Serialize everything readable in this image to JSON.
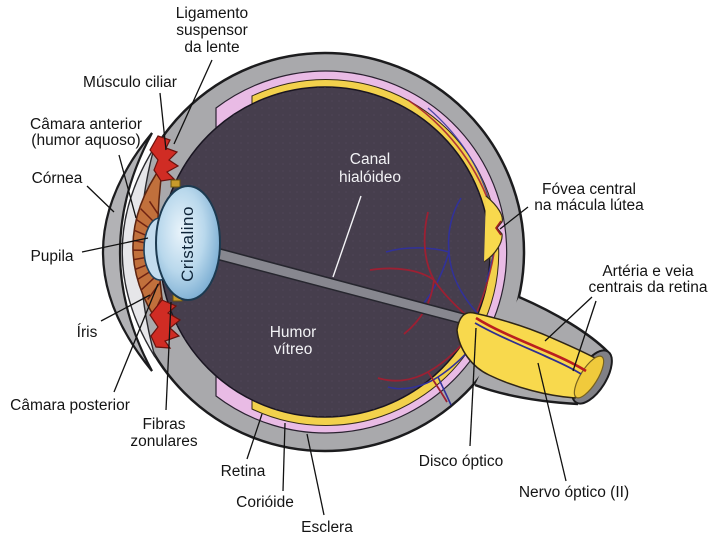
{
  "palette": {
    "background": "#ffffff",
    "sclera_gray": "#a9a9ac",
    "outline_dark": "#1c1c1e",
    "choroid_pink": "#e9bbe5",
    "retina_yellow": "#f2d14c",
    "vitreous_dark": "#463e4d",
    "nerve_yellow": "#f8d94d",
    "nerve_end_gray": "#808086",
    "lens_blue": "#9cc4e2",
    "iris_orange": "#c1703c",
    "ciliary_red": "#d02c24",
    "artery_red": "#bb1f1f",
    "vein_blue": "#2e2e92",
    "canal_gray": "#87878f",
    "chamber_light": "#e6e6e9"
  },
  "labels": {
    "ligamento_l1": "Ligamento",
    "ligamento_l2": "suspensor",
    "ligamento_l3": "da lente",
    "musculo_ciliar": "Músculo ciliar",
    "camara_anterior_l1": "Câmara anterior",
    "camara_anterior_l2": "(humor aquoso)",
    "cornea": "Córnea",
    "pupila": "Pupila",
    "iris": "Íris",
    "camara_posterior": "Câmara posterior",
    "fibras_l1": "Fibras",
    "fibras_l2": "zonulares",
    "retina": "Retina",
    "corioide": "Corióide",
    "esclera": "Esclera",
    "humor_l1": "Humor",
    "humor_l2": "vítreo",
    "canal_l1": "Canal",
    "canal_l2": "hialóideo",
    "fovea_l1": "Fóvea central",
    "fovea_l2": "na mácula lútea",
    "arteria_l1": "Artéria e veia",
    "arteria_l2": "centrais da retina",
    "disco": "Disco óptico",
    "nervo": "Nervo óptico (II)",
    "cristalino": "Cristalino"
  }
}
